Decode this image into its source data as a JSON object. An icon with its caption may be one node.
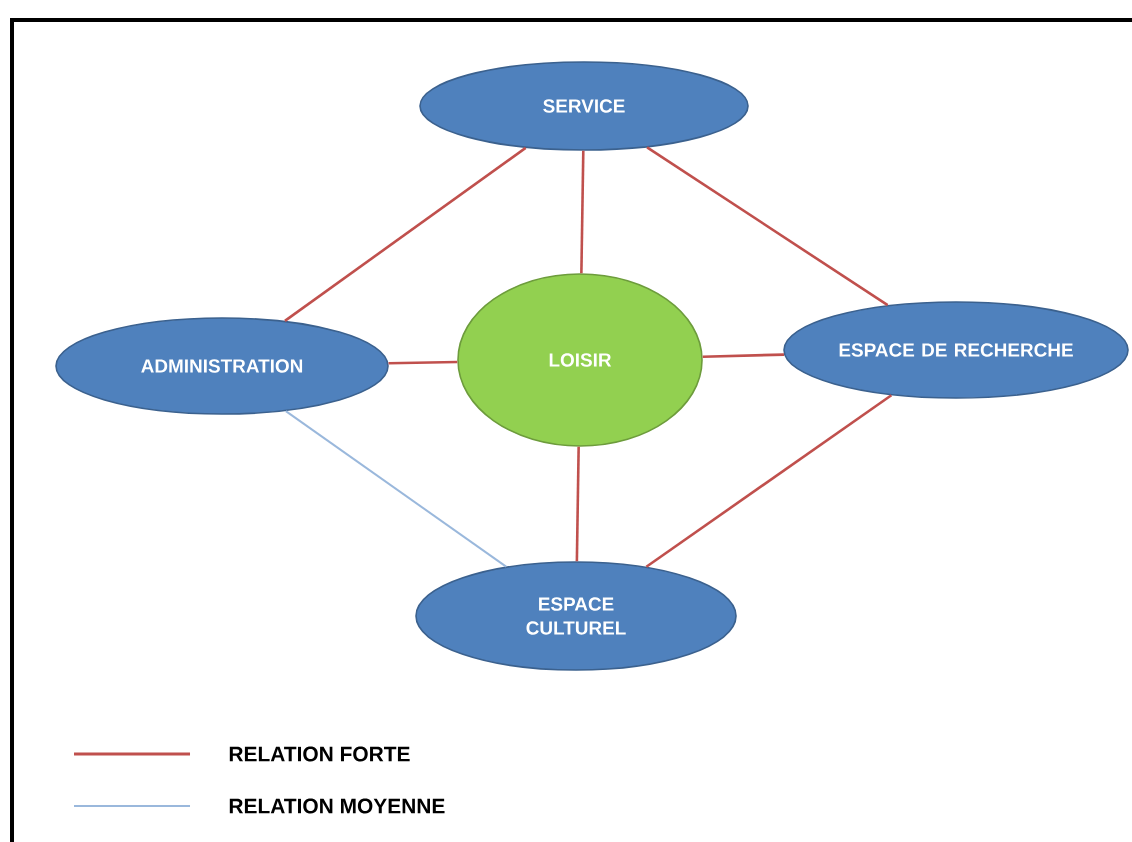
{
  "diagram": {
    "nodes": [
      {
        "text": [
          "SERVICE"
        ]
      },
      {
        "text": [
          "ADMINISTRATION"
        ]
      },
      {
        "text": [
          "LOISIR"
        ]
      },
      {
        "text": [
          "ESPACE DE RECHERCHE"
        ]
      },
      {
        "text": [
          "ESPACE CULTUREL"
        ]
      }
    ],
    "edges": [
      {
        "from": 0,
        "to": 1,
        "arrow": "none"
      },
      {
        "from": 0,
        "to": 2,
        "arrow": "none"
      },
      {
        "from": 0,
        "to": 3,
        "arrow": "none"
      },
      {
        "from": 1,
        "to": 2,
        "arrow": "none"
      },
      {
        "from": 2,
        "to": 3,
        "arrow": "none"
      },
      {
        "from": 2,
        "to": 4,
        "arrow": "none"
      },
      {
        "from": 3,
        "to": 4,
        "arrow": "none"
      },
      {
        "from": 1,
        "to": 4,
        "arrow": "none",
        "color": "#9ab8dc"
      }
    ],
    "legend": [
      {
        "text": "RELATION FORTE"
      },
      {
        "text": "RELATION MOYENNE"
      }
    ]
  }
}
